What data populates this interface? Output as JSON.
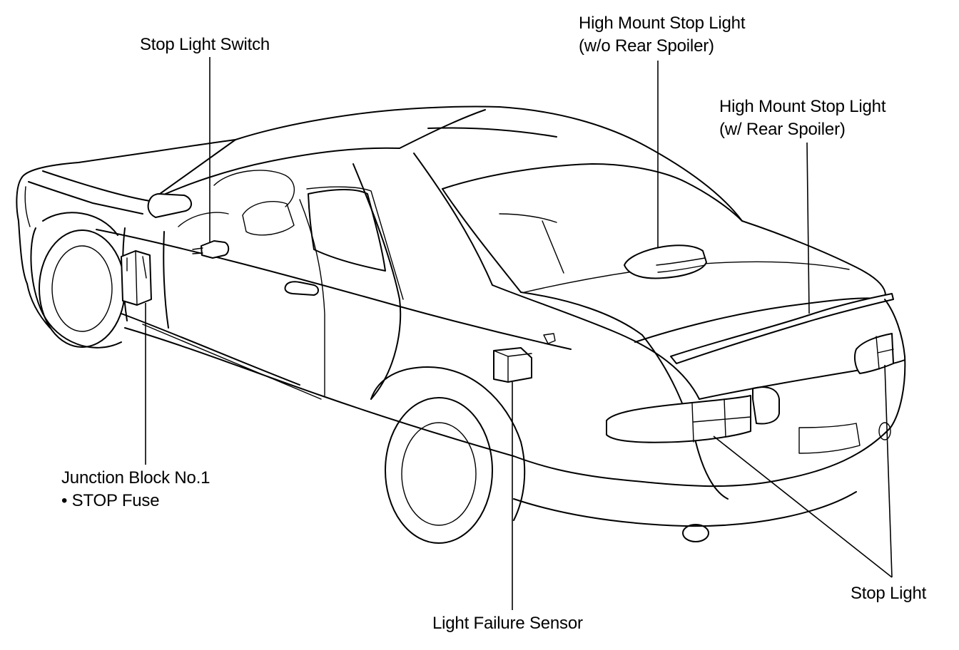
{
  "labels": {
    "stop_light_switch": "Stop Light Switch",
    "hmsl_no_spoiler_line1": "High Mount Stop Light",
    "hmsl_no_spoiler_line2": "(w/o Rear Spoiler)",
    "hmsl_spoiler_line1": "High Mount Stop Light",
    "hmsl_spoiler_line2": "(w/  Rear Spoiler)",
    "junction_block_line1": "Junction Block No.1",
    "junction_block_line2": "• STOP Fuse",
    "light_failure_sensor": "Light Failure Sensor",
    "stop_light": "Stop Light"
  },
  "colors": {
    "ink": "#000000",
    "paper": "#ffffff"
  }
}
